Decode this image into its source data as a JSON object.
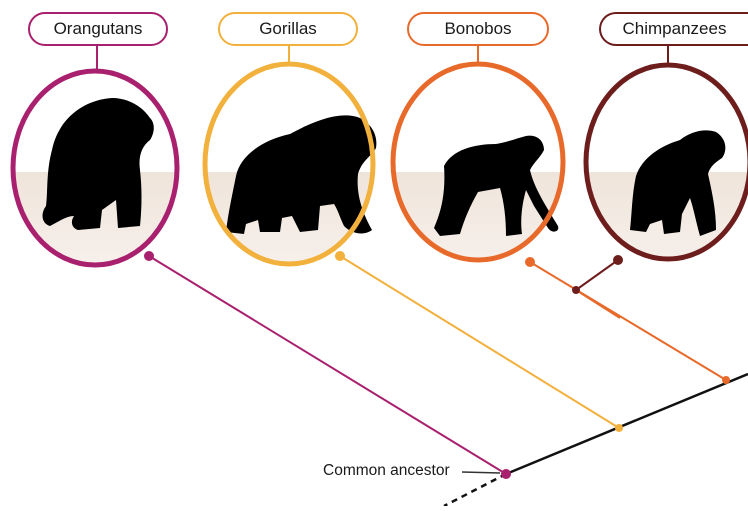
{
  "taxa": [
    {
      "id": "orangutans",
      "name": "Orangutans",
      "color": "#a8206e"
    },
    {
      "id": "gorillas",
      "name": "Gorillas",
      "color": "#f2b03c"
    },
    {
      "id": "bonobos",
      "name": "Bonobos",
      "color": "#e86a2a"
    },
    {
      "id": "chimpanzees",
      "name": "Chimpanzees",
      "color": "#6e1d1d"
    }
  ],
  "ancestor_label": "Common ancestor",
  "colors": {
    "trunk": "#111111",
    "background": "#ffffff",
    "sky": "#ffffff",
    "ground": "#f1e6dc",
    "silhouette": "#000000"
  }
}
